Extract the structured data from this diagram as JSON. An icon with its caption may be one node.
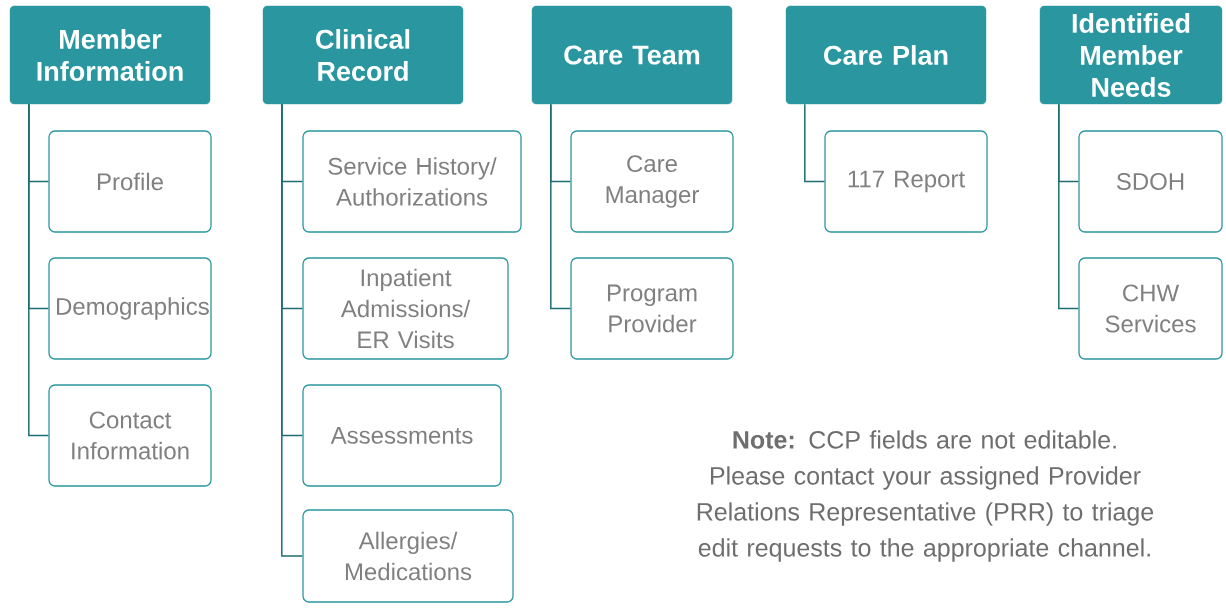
{
  "diagram": {
    "nodes": [
      {
        "text": [
          "Member Information"
        ]
      },
      {
        "text": [
          "Profile"
        ]
      },
      {
        "text": [
          "Demographics"
        ]
      },
      {
        "text": [
          "Contact Information"
        ]
      },
      {
        "text": [
          "Clinical Record"
        ]
      },
      {
        "text": [
          "Service History/Authorizations"
        ]
      },
      {
        "text": [
          "Inpatient Admissions/ER Visits"
        ]
      },
      {
        "text": [
          "Assessments"
        ]
      },
      {
        "text": [
          "Allergies/Medications"
        ]
      },
      {
        "text": [
          "Care Team"
        ]
      },
      {
        "text": [
          "Care Manager"
        ]
      },
      {
        "text": [
          "Program Provider"
        ]
      },
      {
        "text": [
          "Care Plan"
        ]
      },
      {
        "text": [
          "117 Report"
        ]
      },
      {
        "text": [
          "Identified Member Needs"
        ]
      },
      {
        "text": [
          "SDOH"
        ]
      },
      {
        "text": [
          "CHW Services"
        ]
      }
    ],
    "edges": [
      {
        "from": 0,
        "to": 1,
        "arrow": "none"
      },
      {
        "from": 0,
        "to": 2,
        "arrow": "none"
      },
      {
        "from": 0,
        "to": 3,
        "arrow": "none"
      },
      {
        "from": 4,
        "to": 5,
        "arrow": "none"
      },
      {
        "from": 4,
        "to": 6,
        "arrow": "none"
      },
      {
        "from": 4,
        "to": 7,
        "arrow": "none"
      },
      {
        "from": 4,
        "to": 8,
        "arrow": "none"
      },
      {
        "from": 9,
        "to": 10,
        "arrow": "none"
      },
      {
        "from": 9,
        "to": 11,
        "arrow": "none"
      },
      {
        "from": 12,
        "to": 13,
        "arrow": "none"
      },
      {
        "from": 14,
        "to": 15,
        "arrow": "none"
      },
      {
        "from": 14,
        "to": 16,
        "arrow": "none"
      }
    ],
    "labels": [
      "**Note:** CCP fields are not editable. Please contact your assigned Provider Relations Representative (PRR) to triage edit requests to the appropriate channel."
    ]
  }
}
